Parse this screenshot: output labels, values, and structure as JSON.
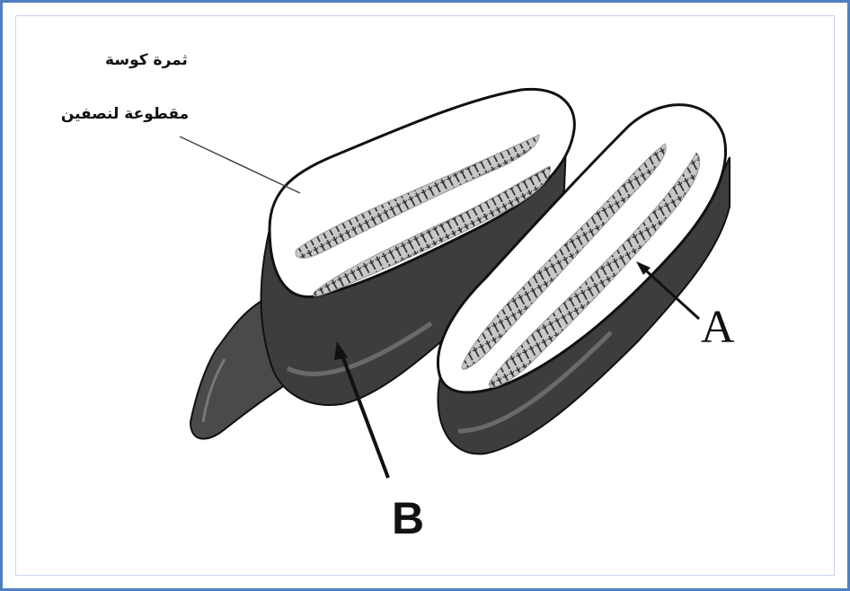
{
  "labels": {
    "title_line1": "ثمرة كوسة",
    "title_line2": "مقطوعة لنصفين",
    "point_a": "A",
    "point_b": "B"
  },
  "colors": {
    "frame_border": "#4f7fbf",
    "skin_dark": "#3a3a3a",
    "flesh": "#ffffff",
    "seed_zone": "#cfcfcf"
  }
}
